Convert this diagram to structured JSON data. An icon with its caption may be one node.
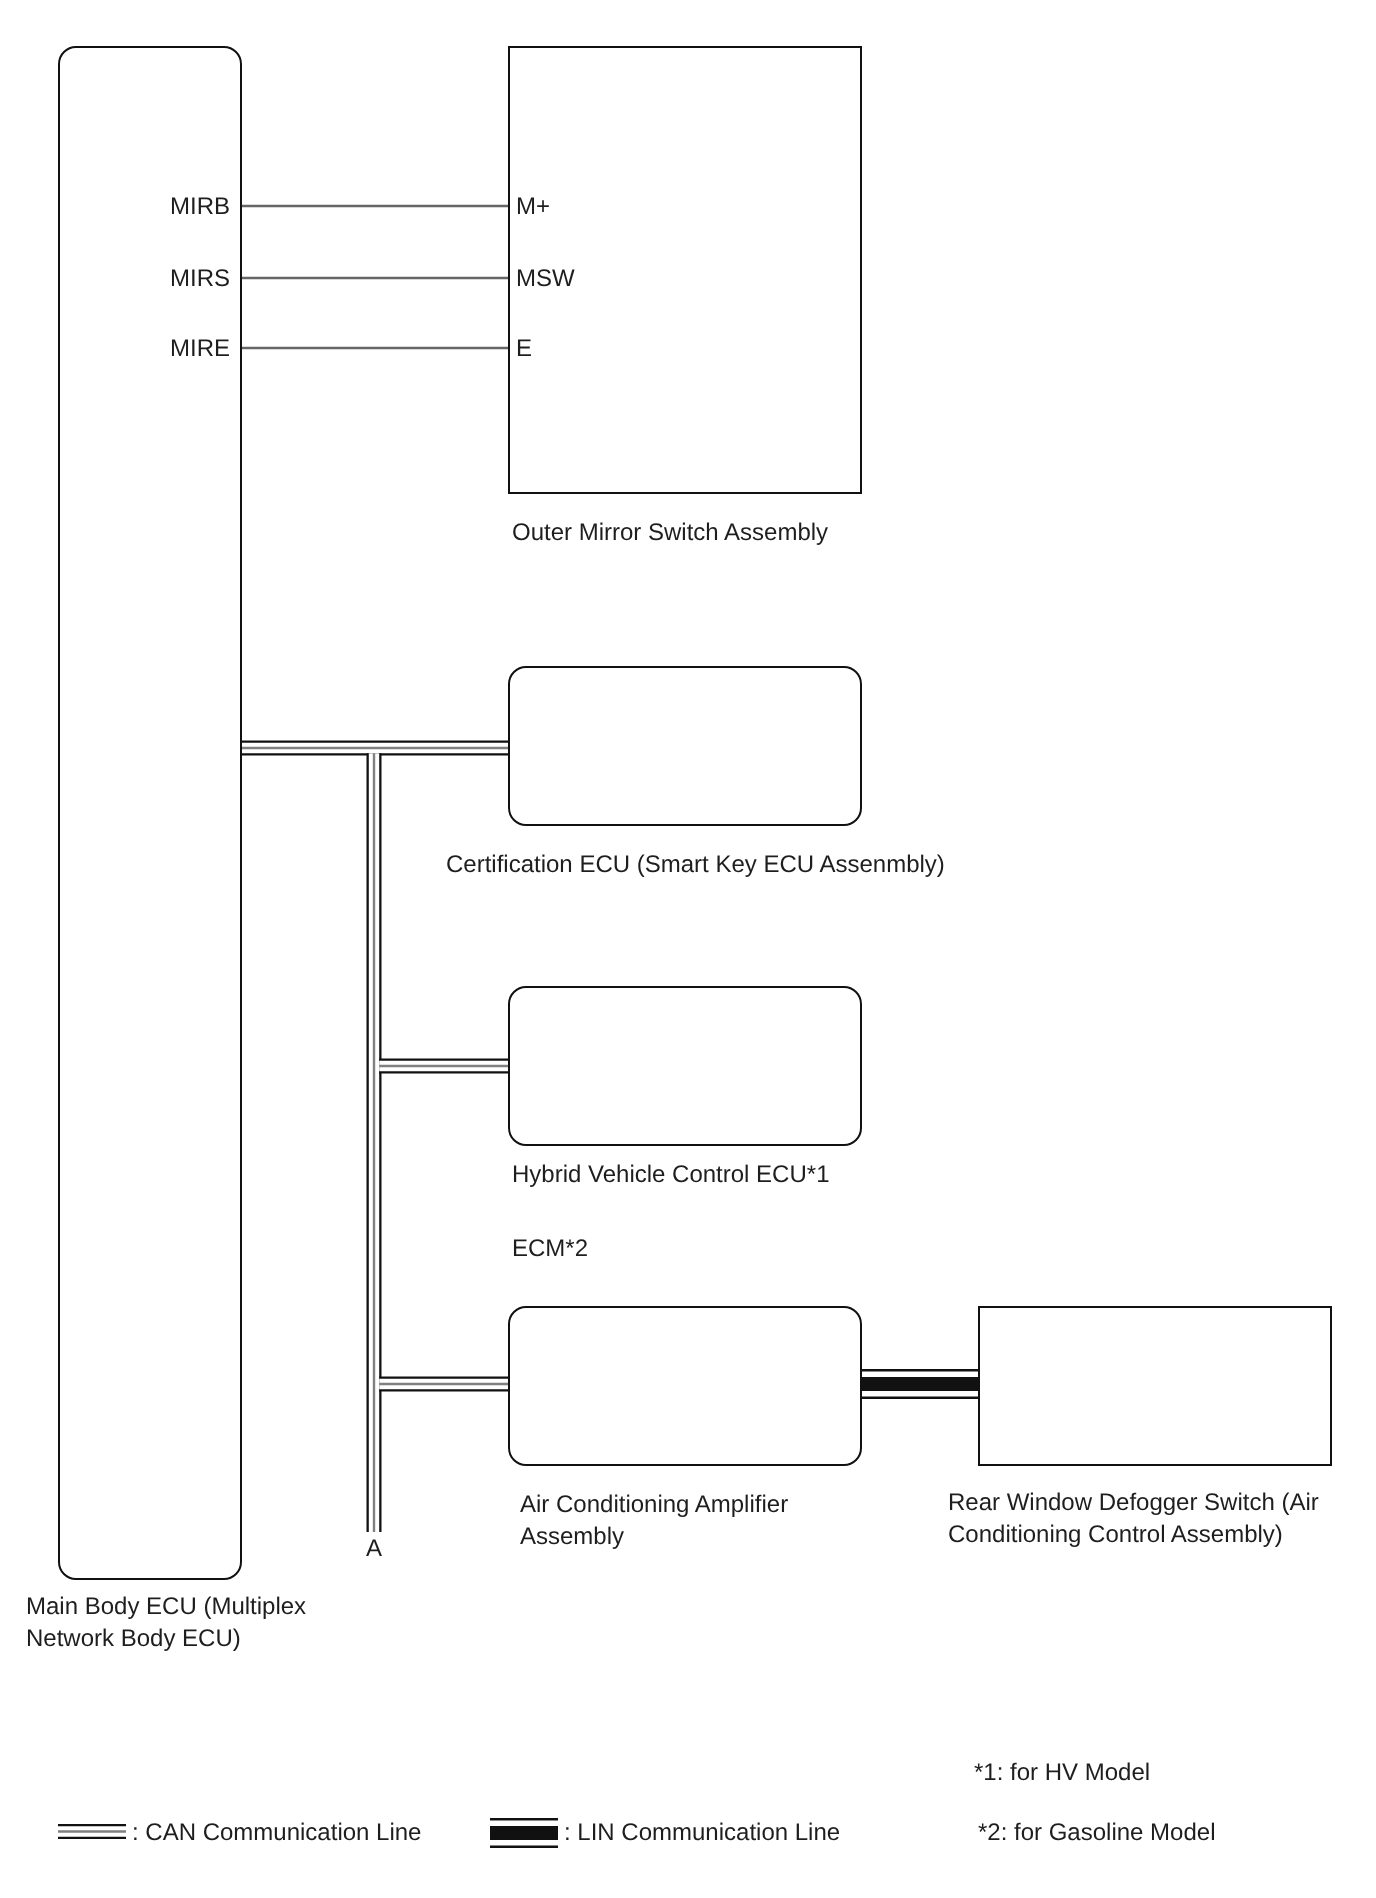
{
  "diagram": {
    "nodes": [
      {
        "text": [
          "Main Body ECU (Multiplex Network Body ECU)"
        ]
      },
      {
        "text": [
          "Outer Mirror Switch Assembly"
        ]
      },
      {
        "text": [
          "Certification ECU (Smart Key ECU Assenmbly)"
        ]
      },
      {
        "text": [
          "Hybrid Vehicle Control ECU*1",
          "ECM*2"
        ]
      },
      {
        "text": [
          "Air Conditioning Amplifier Assembly"
        ]
      },
      {
        "text": [
          "Rear Window Defogger Switch (Air Conditioning Control Assembly)"
        ]
      },
      {
        "text": [
          "A"
        ]
      }
    ],
    "edges": [
      {
        "from": 0,
        "to": 1,
        "arrow": "none",
        "color": "#666666"
      },
      {
        "from": 0,
        "to": 1,
        "arrow": "none",
        "color": "#666666"
      },
      {
        "from": 0,
        "to": 1,
        "arrow": "none",
        "color": "#666666"
      },
      {
        "from": 0,
        "to": 2,
        "arrow": "none"
      },
      {
        "from": 0,
        "to": 3,
        "arrow": "none"
      },
      {
        "from": 0,
        "to": 4,
        "arrow": "none"
      },
      {
        "from": 0,
        "to": 6,
        "arrow": "none"
      },
      {
        "from": 4,
        "to": 5,
        "arrow": "none",
        "style": "thick"
      }
    ],
    "labels": [
      "MIRB",
      "M+",
      "MIRS",
      "MSW",
      "MIRE",
      "E",
      "*1: for HV Model",
      "*2: for Gasoline Model"
    ],
    "legend": [
      {
        "text": ": CAN Communication Line"
      },
      {
        "text": ": LIN Communication Line"
      }
    ]
  }
}
